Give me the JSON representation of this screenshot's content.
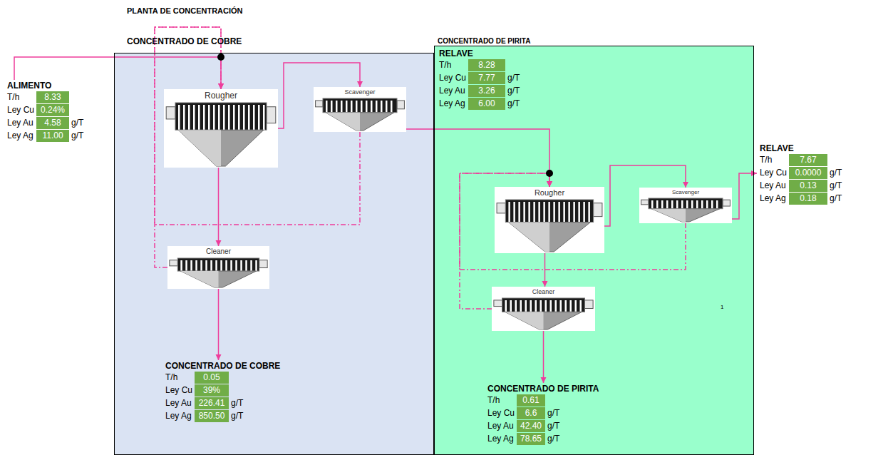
{
  "diagram": {
    "title": "PLANTA DE CONCENTRACIÓN",
    "nodes": [
      {
        "text": [
          "ALIMENTO",
          "T/h",
          "8.33",
          "Ley Cu",
          "0.24%",
          "Ley Au",
          "4.58",
          "g/T",
          "Ley Ag",
          "11.00",
          "g/T"
        ]
      },
      {
        "text": [
          "CONCENTRADO DE COBRE"
        ]
      },
      {
        "text": [
          "Rougher"
        ],
        "in": 1
      },
      {
        "text": [
          "Scavenger"
        ],
        "in": 1
      },
      {
        "text": [
          "Cleaner"
        ],
        "in": 1
      },
      {
        "text": [
          "CONCENTRADO DE COBRE",
          "T/h",
          "0.05",
          "Ley Cu",
          "39%",
          "Ley Au",
          "226.41",
          "g/T",
          "Ley Ag",
          "850.50",
          "g/T"
        ],
        "in": 1
      },
      {
        "text": [
          "CONCENTRADO DE PIRITA"
        ]
      },
      {
        "text": [
          "RELAVE",
          "T/h",
          "8.28",
          "Ley Cu",
          "7.77",
          "g/T",
          "Ley Au",
          "3.26",
          "g/T",
          "Ley Ag",
          "6.00",
          "g/T"
        ],
        "in": 6
      },
      {
        "text": [
          "Rougher"
        ],
        "in": 6
      },
      {
        "text": [
          "Scavenger"
        ],
        "in": 6
      },
      {
        "text": [
          "Cleaner"
        ],
        "in": 6
      },
      {
        "text": [
          "CONCENTRADO DE PIRITA",
          "T/h",
          "0.61",
          "Ley Cu",
          "6.6",
          "g/T",
          "Ley Au",
          "42.40",
          "g/T",
          "Ley Ag",
          "78.65",
          "g/T"
        ],
        "in": 6
      },
      {
        "text": [
          "RELAVE",
          "T/h",
          "7.67",
          "Ley Cu",
          "0.0000",
          "g/T",
          "Ley Au",
          "0.13",
          "g/T",
          "Ley Ag",
          "0.18",
          "g/T"
        ]
      }
    ],
    "edges": [
      {
        "from": 0,
        "to": 2,
        "arrow": "to"
      },
      {
        "from": 2,
        "to": 3,
        "arrow": "to"
      },
      {
        "from": 2,
        "to": 4,
        "arrow": "to"
      },
      {
        "from": 3,
        "to": 2,
        "arrow": "to"
      },
      {
        "from": 4,
        "to": 2,
        "arrow": "to"
      },
      {
        "from": 4,
        "to": 5,
        "arrow": "to"
      },
      {
        "from": 3,
        "to": 8,
        "arrow": "to"
      },
      {
        "from": 8,
        "to": 9,
        "arrow": "to"
      },
      {
        "from": 8,
        "to": 10,
        "arrow": "to"
      },
      {
        "from": 9,
        "to": 8,
        "arrow": "to"
      },
      {
        "from": 10,
        "to": 8,
        "arrow": "to"
      },
      {
        "from": 10,
        "to": 11,
        "arrow": "to"
      },
      {
        "from": 9,
        "to": 12,
        "arrow": "to"
      }
    ],
    "labels": [
      "1"
    ]
  }
}
